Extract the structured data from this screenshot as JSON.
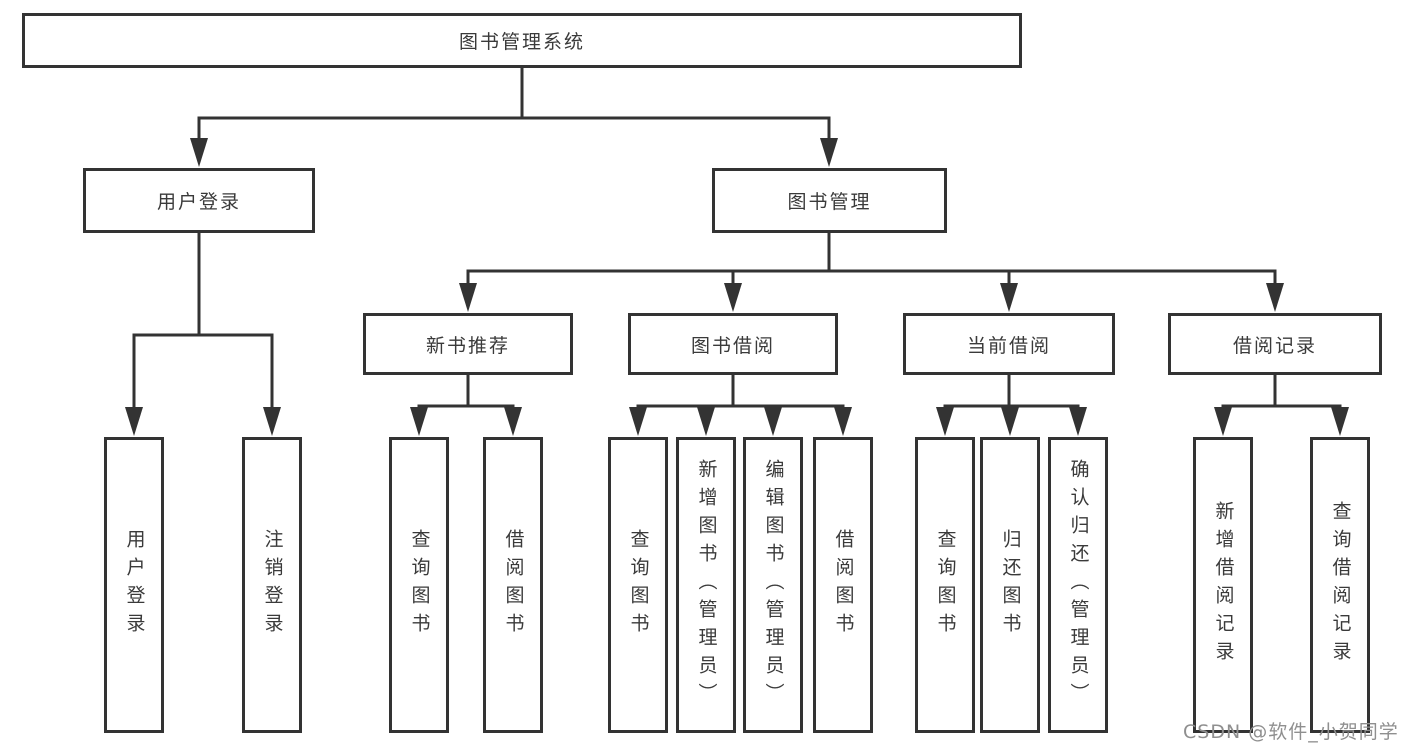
{
  "tree": {
    "label": "图书管理系统",
    "children": [
      {
        "label": "用户登录",
        "children": [
          {
            "label": "用户登录"
          },
          {
            "label": "注销登录"
          }
        ]
      },
      {
        "label": "图书管理",
        "children": [
          {
            "label": "新书推荐",
            "children": [
              {
                "label": "查询图书"
              },
              {
                "label": "借阅图书"
              }
            ]
          },
          {
            "label": "图书借阅",
            "children": [
              {
                "label": "查询图书"
              },
              {
                "label": "新增图书（管理员）"
              },
              {
                "label": "编辑图书（管理员）"
              },
              {
                "label": "借阅图书"
              }
            ]
          },
          {
            "label": "当前借阅",
            "children": [
              {
                "label": "查询图书"
              },
              {
                "label": "归还图书"
              },
              {
                "label": "确认归还（管理员）"
              }
            ]
          },
          {
            "label": "借阅记录",
            "children": [
              {
                "label": "新增借阅记录"
              },
              {
                "label": "查询借阅记录"
              }
            ]
          }
        ]
      }
    ]
  },
  "watermark": {
    "text": "CSDN @软件_小贺同学"
  },
  "colors": {
    "line": "#333333",
    "box_border": "#333333",
    "text": "#3a3a3a",
    "background": "#ffffff",
    "watermark": "#8f8f8f"
  }
}
